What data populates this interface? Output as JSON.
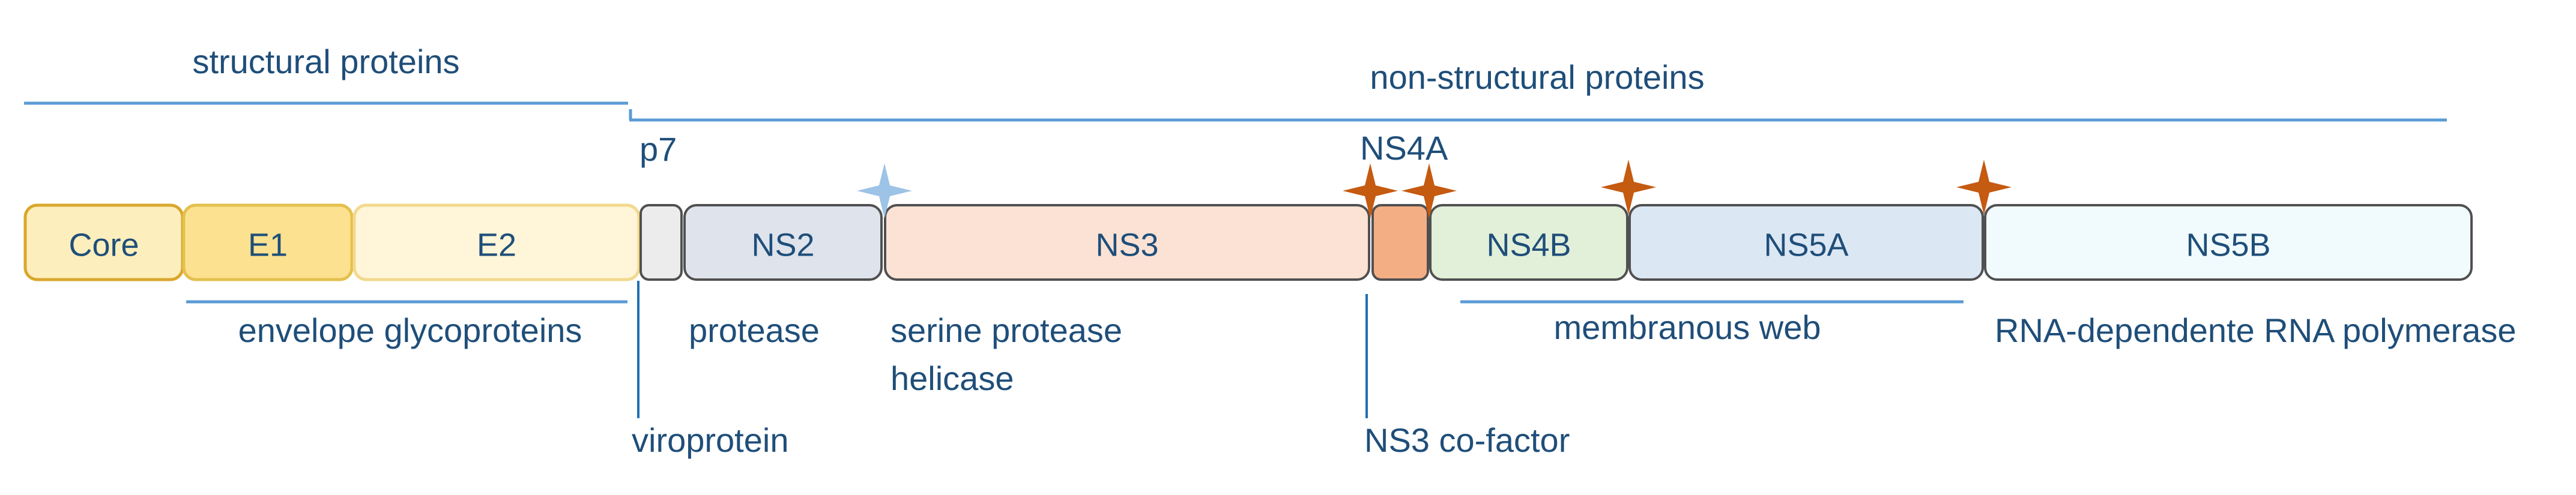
{
  "groups": {
    "structural": "structural proteins",
    "non_structural": "non-structural proteins"
  },
  "segments": [
    {
      "id": "core",
      "label": "Core",
      "fill": "#fdeebd",
      "stroke": "#d9a72d"
    },
    {
      "id": "e1",
      "label": "E1",
      "fill": "#fce290",
      "stroke": "#e4c04e"
    },
    {
      "id": "e2",
      "label": "E2",
      "fill": "#fff5d8",
      "stroke": "#f2d98e"
    },
    {
      "id": "p7",
      "label": "",
      "fill": "#ececec",
      "stroke": "#505050"
    },
    {
      "id": "ns2",
      "label": "NS2",
      "fill": "#dee3ec",
      "stroke": "#505050"
    },
    {
      "id": "ns3",
      "label": "NS3",
      "fill": "#fbe2d4",
      "stroke": "#505050"
    },
    {
      "id": "ns4a",
      "label": "",
      "fill": "#f4ae84",
      "stroke": "#505050"
    },
    {
      "id": "ns4b",
      "label": "NS4B",
      "fill": "#e2efd9",
      "stroke": "#505050"
    },
    {
      "id": "ns5a",
      "label": "NS5A",
      "fill": "#dce7f4",
      "stroke": "#505050"
    },
    {
      "id": "ns5b",
      "label": "NS5B",
      "fill": "#f1fbfd",
      "stroke": "#505050"
    }
  ],
  "above_labels": {
    "p7": "p7",
    "ns4a": "NS4A"
  },
  "descriptions": {
    "envelope": "envelope glycoproteins",
    "protease": "protease",
    "serine_protease": "serine protease",
    "helicase": "helicase",
    "membranous_web": "membranous web",
    "polymerase": "RNA-dependente RNA polymerase",
    "viroprotein": "viroprotein",
    "cofactor": "NS3 co-factor"
  },
  "colors": {
    "text": "#1f4e79",
    "line": "#5b9bd5",
    "star_orange": "#c55a11",
    "star_blue": "#9dc3e6"
  }
}
